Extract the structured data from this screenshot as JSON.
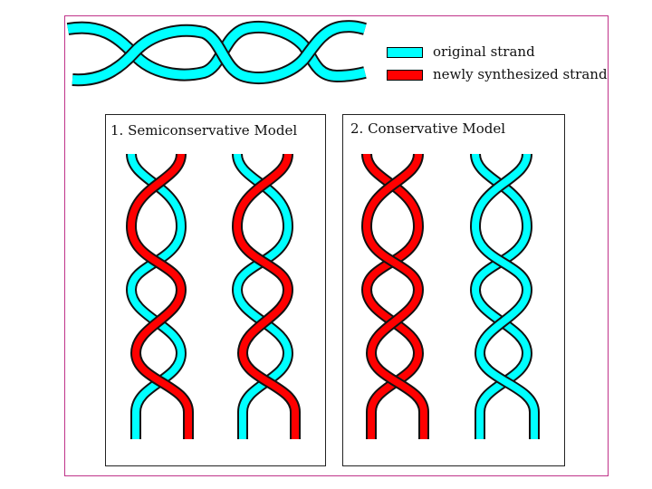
{
  "legend": {
    "original_label": "original strand",
    "new_label": "newly synthesized strand"
  },
  "panels": [
    {
      "title": "1. Semiconservative Model"
    },
    {
      "title": "2. Conservative Model"
    }
  ],
  "colors": {
    "original_strand": "#00ffff",
    "new_strand": "#ff0000",
    "outline": "#111111",
    "frame": "#c0338a"
  }
}
